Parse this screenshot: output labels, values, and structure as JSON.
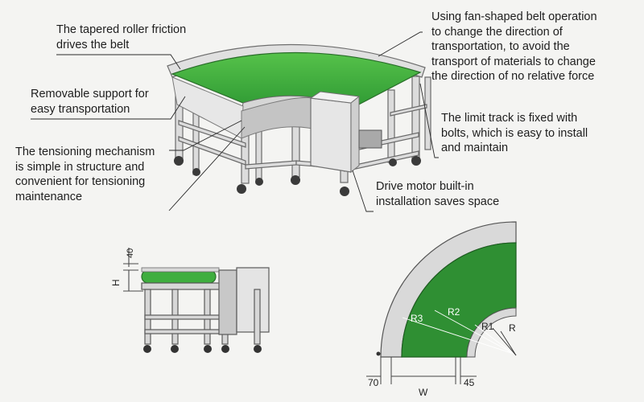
{
  "annotations": {
    "roller": "The tapered roller friction\ndrives the belt",
    "support": "Removable support for\neasy transportation",
    "tension": "The tensioning mechanism\nis simple in structure and\nconvenient for tensioning\nmaintenance",
    "fan_belt": "Using fan-shaped belt operation\nto change the direction of\ntransportation, to avoid the\ntransport of materials to change\nthe direction of no relative force",
    "limit_track": "The limit track is fixed with\nbolts, which is easy to install\nand maintain",
    "motor": "Drive motor built-in\ninstallation saves space"
  },
  "side_view": {
    "dim_40": "40",
    "dim_h": "H"
  },
  "top_view": {
    "r3": "R3",
    "r2": "R2",
    "r1": "R1",
    "r": "R",
    "dim_70": "70",
    "dim_45": "45",
    "dim_w": "W"
  },
  "colors": {
    "belt_green": "#3fae3f",
    "belt_green_dark": "#2e8c30",
    "frame": "#d8d8d8",
    "frame_edge": "#707070",
    "leader": "#2a2a2a"
  }
}
